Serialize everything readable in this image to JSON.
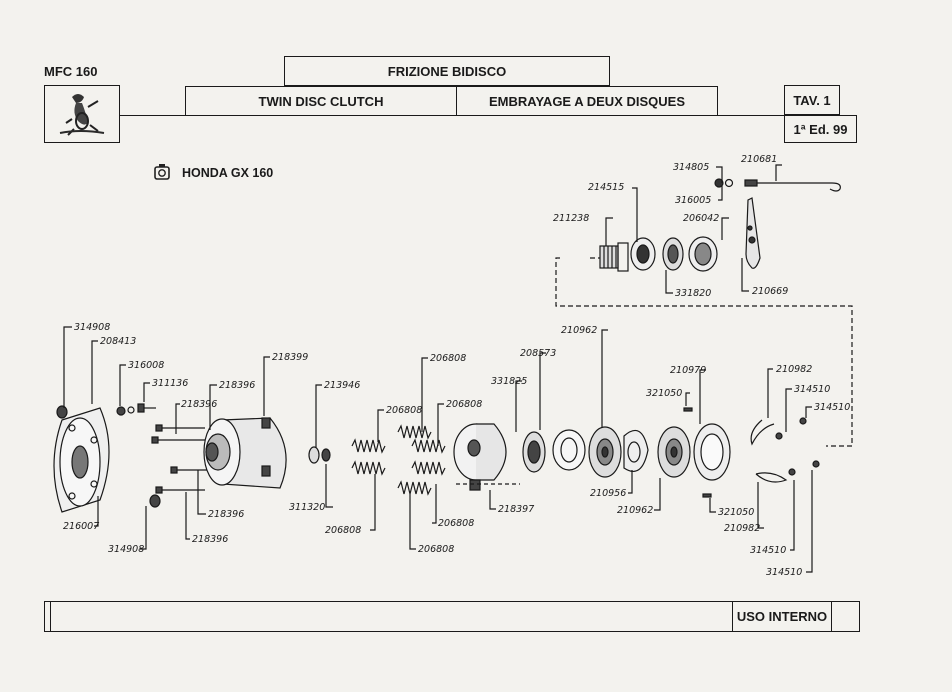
{
  "header": {
    "model": "MFC 160",
    "title_it": "FRIZIONE BIDISCO",
    "title_en": "TWIN DISC CLUTCH",
    "title_fr": "EMBRAYAGE A DEUX DISQUES",
    "table": "TAV. 1",
    "edition": "1ª Ed. 99"
  },
  "engine_label": "HONDA GX 160",
  "footer": {
    "usage": "USO INTERNO"
  },
  "part_numbers": {
    "p314805": "314805",
    "p210681": "210681",
    "p214515": "214515",
    "p316005": "316005",
    "p211238": "211238",
    "p206042": "206042",
    "p331820": "331820",
    "p210669": "210669",
    "p314908a": "314908",
    "p208413": "208413",
    "p316008": "316008",
    "p311136": "311136",
    "p218396a": "218396",
    "p218396b": "218396",
    "p218399": "218399",
    "p213946": "213946",
    "p206808a": "206808",
    "p206808b": "206808",
    "p206808c": "206808",
    "p206808d": "206808",
    "p206808e": "206808",
    "p206808f": "206808",
    "p208573": "208573",
    "p331825": "331825",
    "p210962a": "210962",
    "p210979": "210979",
    "p321050a": "321050",
    "p210982a": "210982",
    "p314510a": "314510",
    "p314510b": "314510",
    "p216007": "216007",
    "p314908b": "314908",
    "p218396c": "218396",
    "p218396d": "218396",
    "p311320": "311320",
    "p218397": "218397",
    "p210956": "210956",
    "p210962b": "210962",
    "p321050b": "321050",
    "p210982b": "210982",
    "p314510c": "314510",
    "p314510d": "314510"
  }
}
